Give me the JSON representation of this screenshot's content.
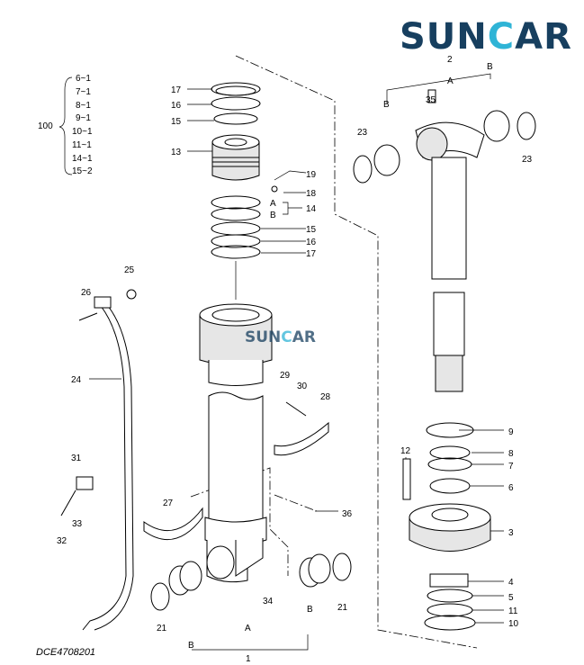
{
  "logo": {
    "text_a": "SUN",
    "text_c": "C",
    "text_b": "AR",
    "brand_color": "#173f5f",
    "accent_color": "#2fb4d6"
  },
  "watermark": {
    "text_a": "SUN",
    "text_c": "C",
    "text_b": "AR"
  },
  "drawing_code": "DCE4708201",
  "kit": {
    "number": "100",
    "items": [
      "6~1",
      "7~1",
      "8~1",
      "9~1",
      "10~1",
      "11~1",
      "14~1",
      "15~2"
    ]
  },
  "callouts": [
    "17",
    "16",
    "15",
    "13",
    "19",
    "18",
    "A",
    "B",
    "14",
    "15",
    "16",
    "17",
    "25",
    "26",
    "24",
    "29",
    "30",
    "28",
    "31",
    "33",
    "32",
    "27",
    "36",
    "34",
    "21",
    "B",
    "A",
    "1",
    "B",
    "21",
    "2",
    "A",
    "B",
    "35",
    "B",
    "23",
    "23",
    "9",
    "12",
    "8",
    "7",
    "6",
    "3",
    "4",
    "5",
    "11",
    "10"
  ]
}
